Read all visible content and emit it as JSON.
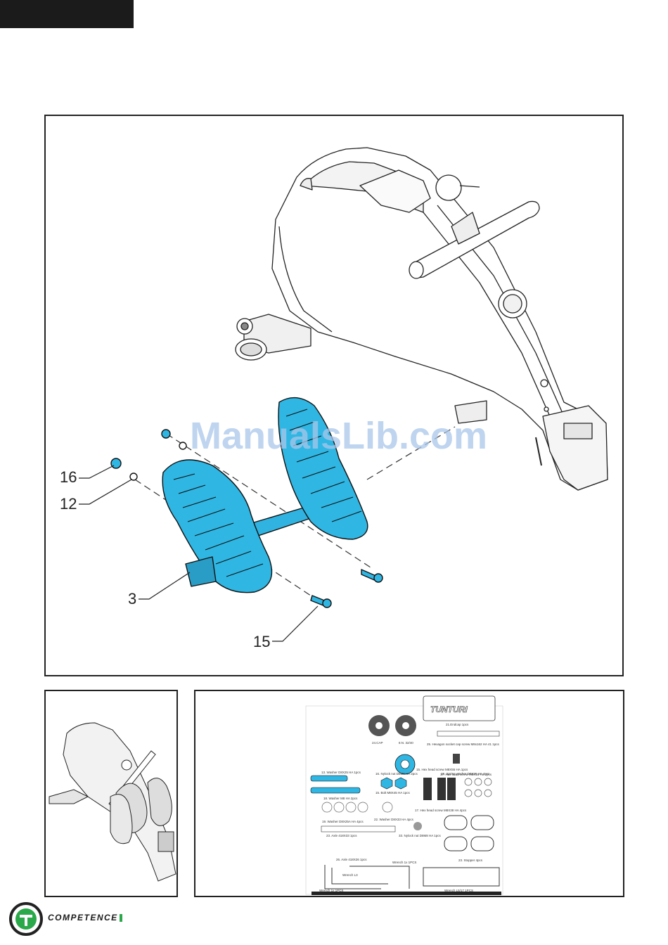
{
  "main_figure": {
    "callouts": [
      {
        "id": "16",
        "label": "16"
      },
      {
        "id": "12",
        "label": "12"
      },
      {
        "id": "3",
        "label": "3"
      },
      {
        "id": "15",
        "label": "15"
      }
    ],
    "watermark": "ManualsLib.com"
  },
  "parts_list": {
    "brand_box_label": "TUNTURI",
    "items": [
      {
        "label": "24.CAP"
      },
      {
        "label": "8.N. 32/40"
      },
      {
        "label": "21.Endcap 1pcs"
      },
      {
        "label": "25. Hexagon socket cap screw M8x162 HA 41 1pcs"
      },
      {
        "label": "15. Hex head screw M8X55 HA 1pcs"
      },
      {
        "label": "17. Hex head screw M8X16 Ho 2pcs"
      },
      {
        "label": "13. Washer D8X25 HA 1pcs"
      },
      {
        "label": "16. Nylock nut D8M8 HA 2pcs"
      },
      {
        "label": "15. Bolt M8X45 HA 1pcs"
      },
      {
        "label": "18. Washer M8 HA 2pcs"
      },
      {
        "label": "19. Spring washer D8X26 HA 4pcs"
      },
      {
        "label": "17. Hex head screw M8X38 HA 4pcs"
      },
      {
        "label": "19. Washer D8X25A HA 4pcs"
      },
      {
        "label": "22. Washer D8X33 HA 4pcs"
      },
      {
        "label": "23. Axle 418X33 1pcs"
      },
      {
        "label": "33. Nylock nut D8M8 HA 1pcs"
      },
      {
        "label": "23. Stopper 4pcs"
      },
      {
        "label": "26. Axle 418X26 1pcs"
      },
      {
        "label": "Wrench 1x 1PCS"
      },
      {
        "label": "Wrench L3"
      },
      {
        "label": "Wrench L5/17 1PCS"
      },
      {
        "label": "Wrench 1x 1PCS"
      }
    ]
  },
  "footer": {
    "brand": "COMPETENCE"
  },
  "colors": {
    "highlight": "#2fb6e3",
    "frame": "#222222",
    "watermark": "#a9c6ea",
    "brand_accent": "#2aa84a"
  }
}
